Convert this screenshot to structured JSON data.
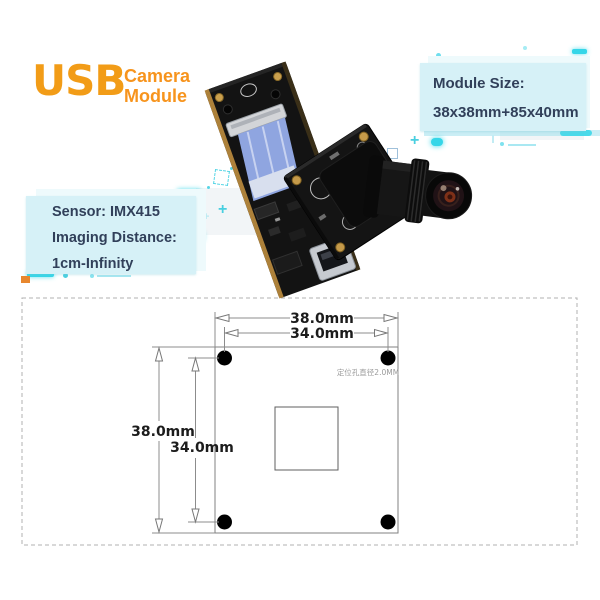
{
  "logo": {
    "brand": "USB",
    "product_line1": "Camera",
    "product_line2": "Module"
  },
  "module_size_box": {
    "label": "Module Size:",
    "value": "38x38mm+85x40mm"
  },
  "sensor_box": {
    "sensor": "Sensor: IMX415",
    "imaging_label": "Imaging Distance:",
    "imaging_value": "1cm-Infinity"
  },
  "diagram": {
    "width_outer": "38.0mm",
    "width_inner": "34.0mm",
    "height_outer": "38.0mm",
    "height_inner": "34.0mm",
    "hole_note": "定位孔直径2.0MM"
  },
  "colors": {
    "logo_orange": "#f29c17",
    "subtitle_orange": "#f7941d",
    "accent_cyan": "#35d6e8",
    "info_box_bg": "#d6f1f7",
    "info_text": "#31405a",
    "drawing_line": "#8c8c8c",
    "hole_fill": "#000000"
  }
}
